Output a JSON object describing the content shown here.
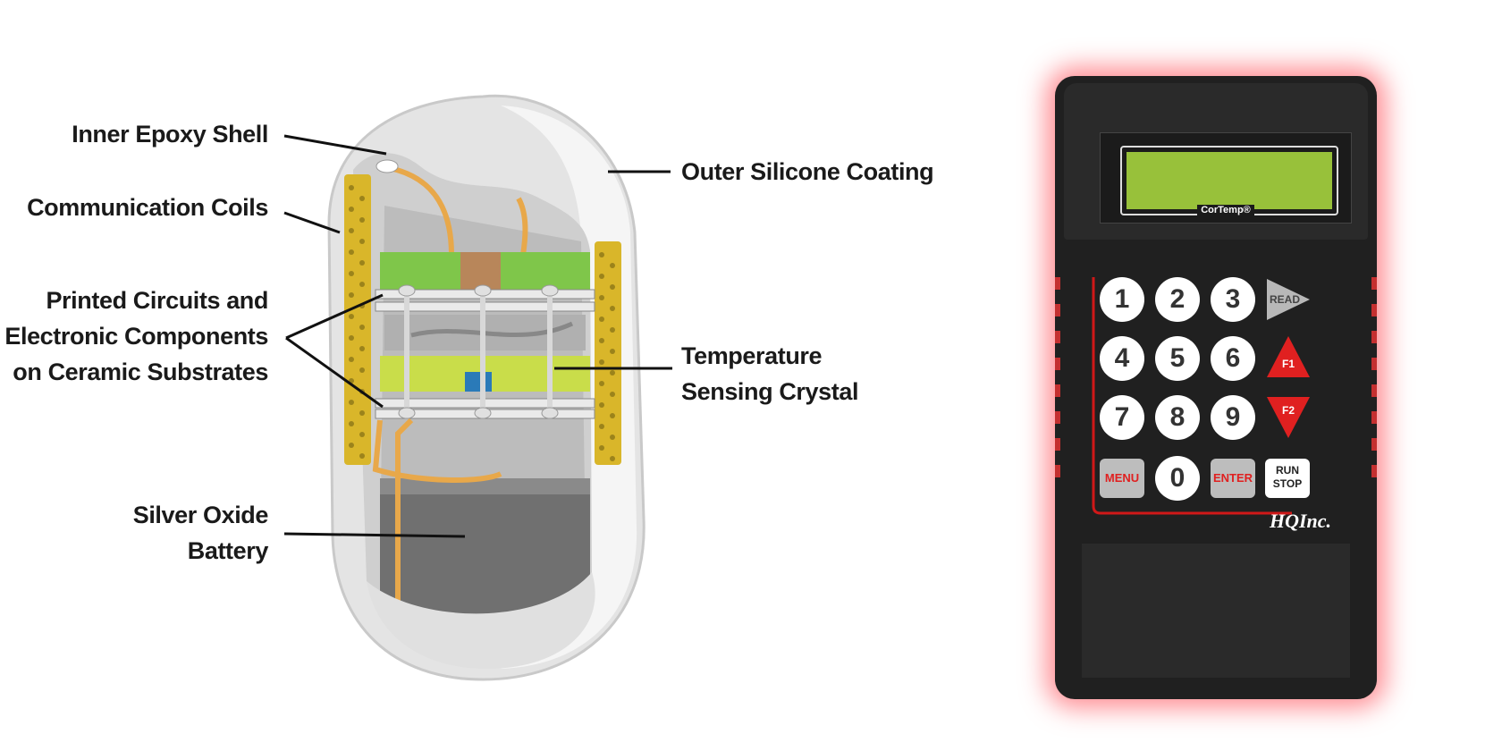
{
  "capsule_diagram": {
    "labels": {
      "inner_shell": "Inner Epoxy Shell",
      "coils": "Communication Coils",
      "circuits": [
        "Printed Circuits and",
        "Electronic Components",
        "on Ceramic Substrates"
      ],
      "battery": [
        "Silver Oxide",
        "Battery"
      ],
      "outer_coating": "Outer Silicone Coating",
      "crystal": [
        "Temperature",
        "Sensing Crystal"
      ]
    },
    "colors": {
      "shell": "#e6e6e6",
      "wire": "#e8a84a",
      "coil": "#d9b62a",
      "board_green": "#6fbf3f",
      "battery": "#707070"
    }
  },
  "device": {
    "brand": "CorTemp®",
    "maker": "HQInc.",
    "keys": {
      "digits": [
        "1",
        "2",
        "3",
        "4",
        "5",
        "6",
        "7",
        "8",
        "9",
        "0"
      ],
      "read": "READ",
      "f1": "F1",
      "f2": "F2",
      "menu": "MENU",
      "enter": "ENTER",
      "run": "RUN",
      "stop": "STOP"
    },
    "colors": {
      "body": "#202020",
      "lcd": "#98c13a",
      "glow": "#ff3c46",
      "accent_red": "#e02020"
    }
  }
}
